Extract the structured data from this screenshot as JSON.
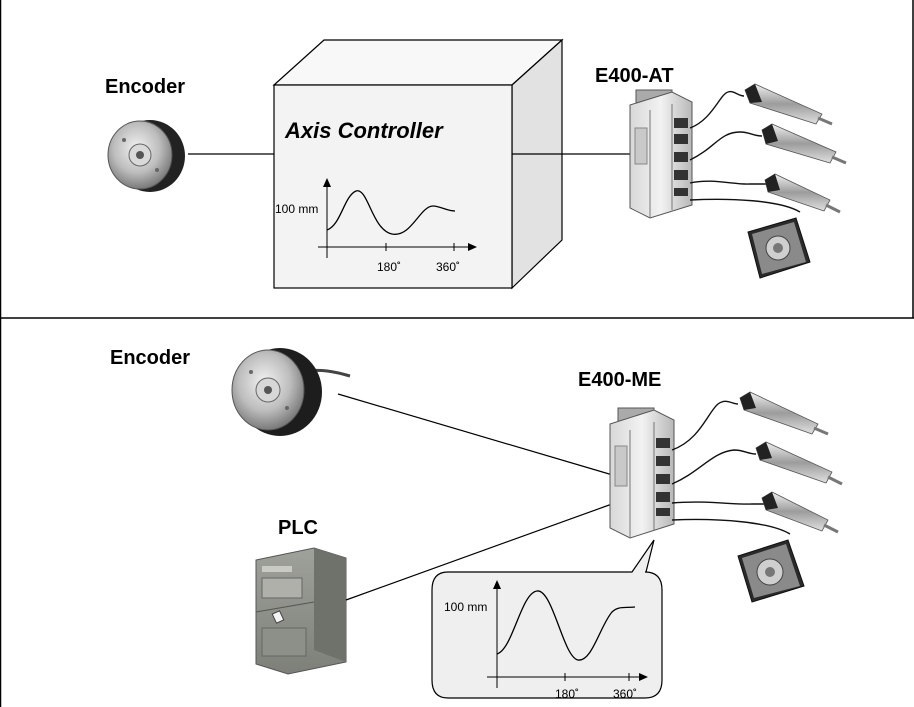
{
  "top_panel": {
    "encoder_label": "Encoder",
    "controller_label": "Axis Controller",
    "module_label": "E400-AT",
    "curve": {
      "y_label": "100 mm",
      "x_tick_1": "180˚",
      "x_tick_2": "360˚"
    }
  },
  "bottom_panel": {
    "encoder_label": "Encoder",
    "plc_label": "PLC",
    "module_label": "E400-ME",
    "curve": {
      "y_label": "100 mm",
      "x_tick_1": "180˚",
      "x_tick_2": "360˚"
    }
  },
  "colors": {
    "line": "#000000",
    "box_face": "#f4f4f4",
    "box_side": "#e2e2e2",
    "bubble_fill": "#efefef",
    "device_gray": "#9a9a9a",
    "device_dark": "#222222"
  }
}
